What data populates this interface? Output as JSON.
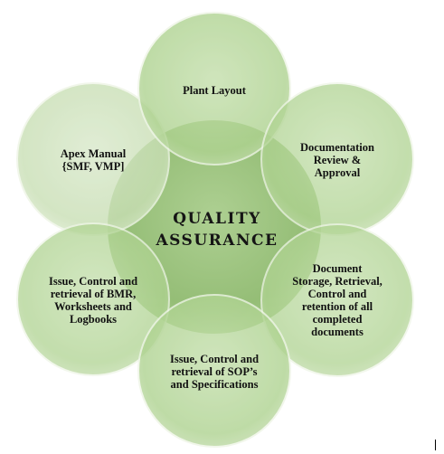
{
  "diagram": {
    "center": {
      "title_line1": "QUALITY",
      "title_line2": "ASSURANCE"
    },
    "nodes": {
      "plant_layout": "Plant Layout",
      "documentation_review": "Documentation\nReview &\nApproval",
      "document_storage": "Document\nStorage, Retrieval,\nControl and\nretention of all\ncompleted\ndocuments",
      "sop_specifications": "Issue, Control and\nretrieval of SOP’s\nand Specifications",
      "bmr_worksheets": "Issue, Control and\nretrieval of BMR,\nWorksheets and\nLogbooks",
      "apex_manual": "Apex Manual\n{SMF, VMP]"
    },
    "colors": {
      "center_fill": "#93bd74",
      "node_fill_primary": "#b7d79c",
      "node_fill_light": "#cfe3bd",
      "node_edge": "#e8f2de"
    }
  }
}
